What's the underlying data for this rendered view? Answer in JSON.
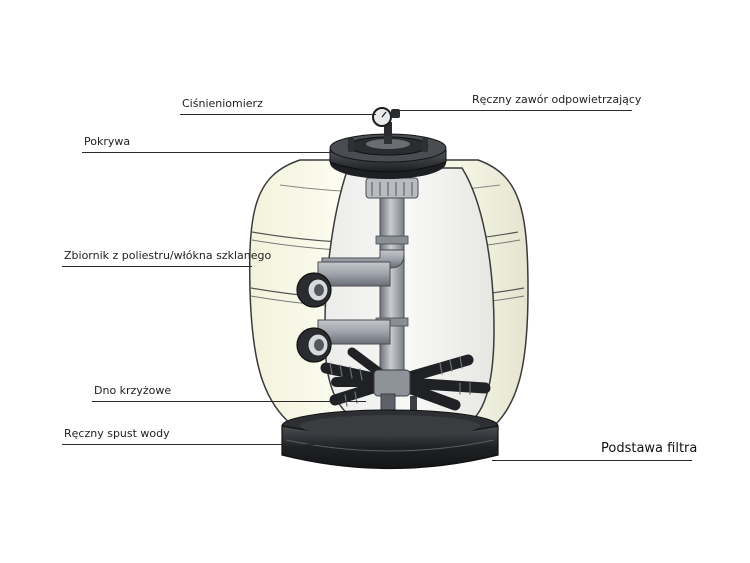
{
  "labels": {
    "pressure_gauge": "Ciśnieniomierz",
    "air_valve": "Ręczny zawór odpowietrzający",
    "lid": "Pokrywa",
    "tank": "Zbiornik z poliestru/włókna szklanego",
    "lateral_underdrain": "Dno krzyżowe",
    "drain": "Ręczny spust wody",
    "base": "Podstawa filtra"
  }
}
